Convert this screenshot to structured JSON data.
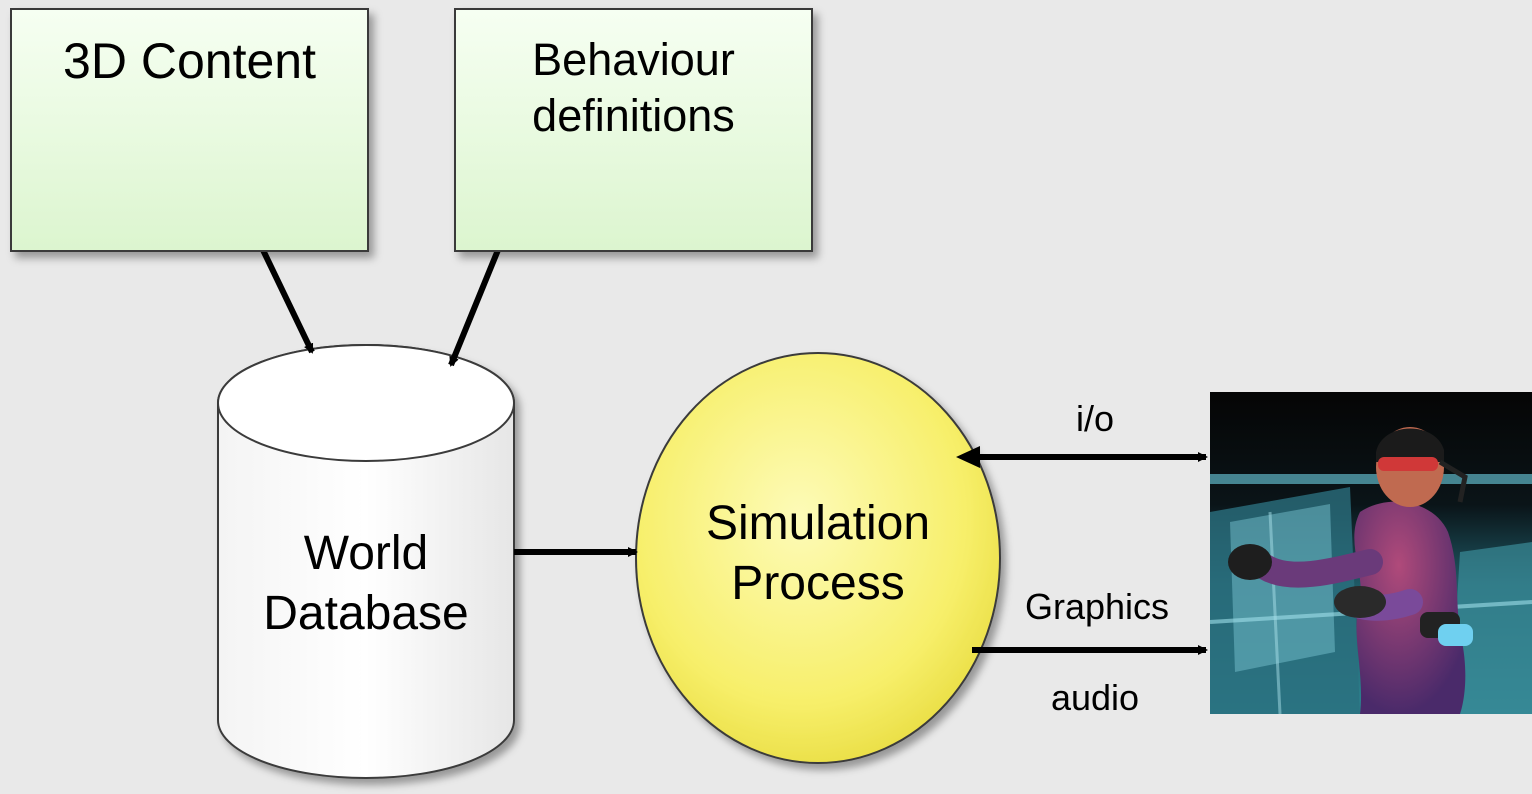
{
  "boxes": {
    "content_3d": "3D Content",
    "behaviour_line1": "Behaviour",
    "behaviour_line2": "definitions"
  },
  "database": {
    "line1": "World",
    "line2": "Database"
  },
  "simulation": {
    "line1": "Simulation",
    "line2": "Process"
  },
  "connections": {
    "io": "i/o",
    "graphics": "Graphics",
    "audio": "audio"
  },
  "colors": {
    "box_fill_top": "#f6fff2",
    "box_fill_bottom": "#dcf5cf",
    "sim_fill": "#fbf58a",
    "background": "#e9e9e9"
  }
}
